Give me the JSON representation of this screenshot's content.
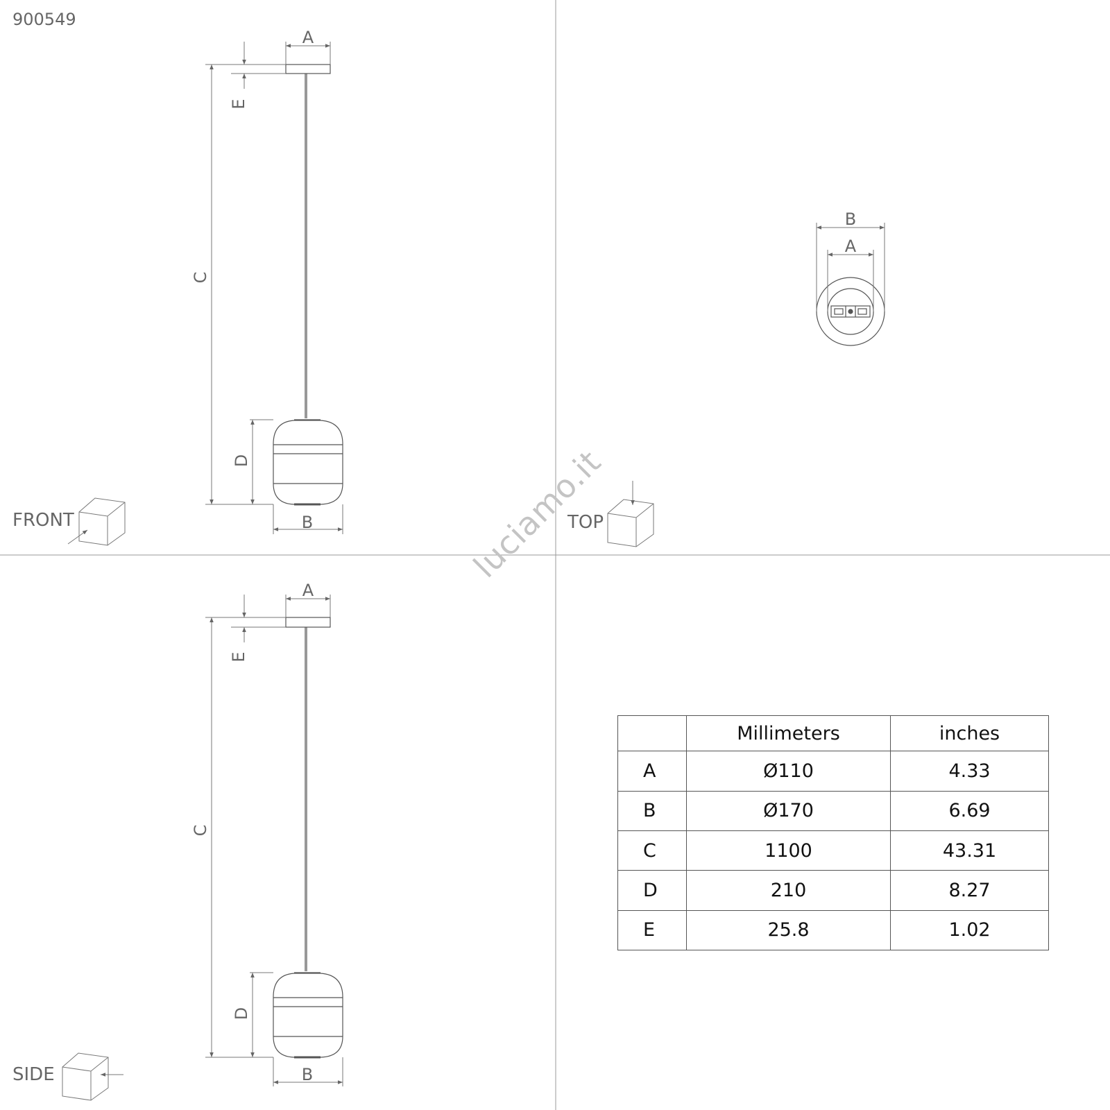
{
  "product_code": "900549",
  "watermark": "luciamo.it",
  "views": {
    "front": {
      "label": "FRONT"
    },
    "top": {
      "label": "TOP"
    },
    "side": {
      "label": "SIDE"
    }
  },
  "dimension_letters": {
    "a": "A",
    "b": "B",
    "c": "C",
    "d": "D",
    "e": "E"
  },
  "table": {
    "headers": [
      "",
      "Millimeters",
      "inches"
    ],
    "rows": [
      {
        "label": "A",
        "mm": "Ø110",
        "inches": "4.33"
      },
      {
        "label": "B",
        "mm": "Ø170",
        "inches": "6.69"
      },
      {
        "label": "C",
        "mm": "1100",
        "inches": "43.31"
      },
      {
        "label": "D",
        "mm": "210",
        "inches": "8.27"
      },
      {
        "label": "E",
        "mm": "25.8",
        "inches": "1.02"
      }
    ]
  },
  "colors": {
    "line": "#555555",
    "divider": "#999999",
    "background": "#ffffff"
  }
}
